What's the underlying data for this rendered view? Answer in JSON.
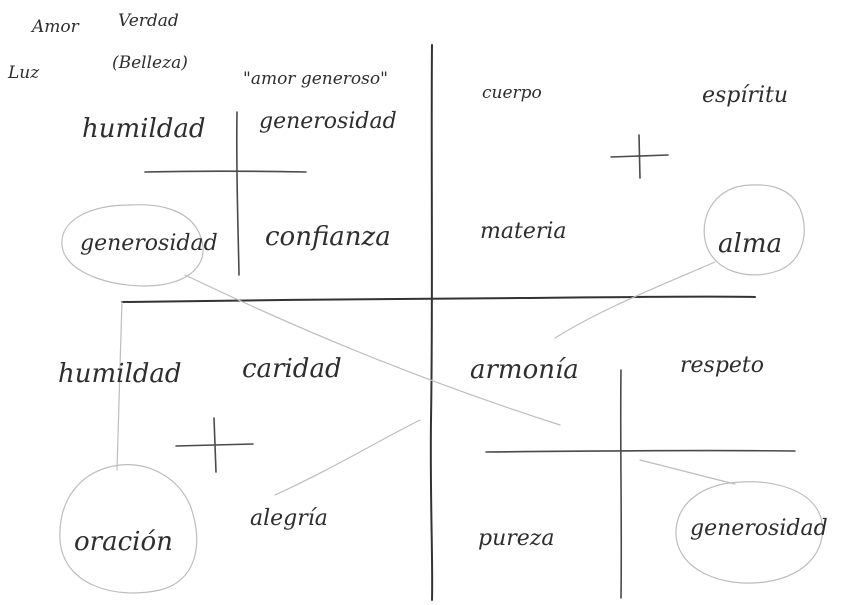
{
  "corner_notes": {
    "top_left_a": "Amor",
    "top_left_b": "Verdad",
    "top_left_c": "Luz",
    "top_left_d": "(Belleza)"
  },
  "quadrant_top_left": {
    "cell_1": "humildad",
    "cell_2_quote": "\"amor generoso\"",
    "cell_2": "generosidad",
    "cell_3": "generosidad",
    "cell_4": "confianza"
  },
  "quadrant_top_right": {
    "cell_1": "cuerpo",
    "cell_2": "espíritu",
    "cell_3": "materia",
    "cell_4": "alma"
  },
  "quadrant_bottom_left": {
    "cell_1": "humildad",
    "cell_2": "caridad",
    "cell_3": "oración",
    "cell_4": "alegría"
  },
  "quadrant_bottom_right": {
    "cell_1": "armonía",
    "cell_2": "respeto",
    "cell_3": "pureza",
    "cell_4": "generosidad"
  }
}
